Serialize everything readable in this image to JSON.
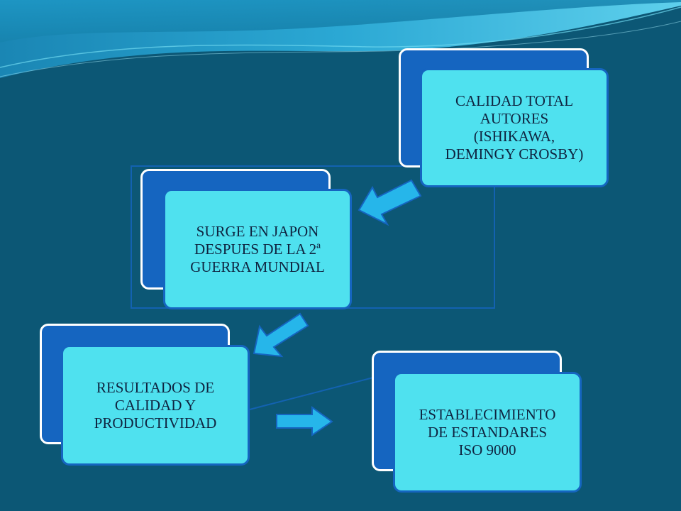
{
  "colors": {
    "background": "#0c5775",
    "box_back": "#1565c0",
    "box_front": "#4fe1ef",
    "text": "#0f2440",
    "arrow": "#26b6ea"
  },
  "boxes": [
    {
      "id": "calidad-total",
      "lines": [
        "CALIDAD  TOTAL",
        "AUTORES",
        "(ISHIKAWA,",
        "DEMINGY CROSBY)"
      ]
    },
    {
      "id": "surge-japon",
      "lines": [
        "SURGE EN JAPON",
        "DESPUES DE LA 2ª",
        "GUERRA MUNDIAL"
      ]
    },
    {
      "id": "resultados",
      "lines": [
        "RESULTADOS DE",
        "CALIDAD Y",
        "PRODUCTIVIDAD"
      ]
    },
    {
      "id": "establecimiento",
      "lines": [
        "ESTABLECIMIENTO",
        "DE ESTANDARES",
        "ISO 9000"
      ]
    }
  ],
  "arrows": [
    {
      "from": "calidad-total",
      "to": "surge-japon",
      "icon": "arrow-down-left-icon"
    },
    {
      "from": "surge-japon",
      "to": "resultados",
      "icon": "arrow-down-left-icon"
    },
    {
      "from": "resultados",
      "to": "establecimiento",
      "icon": "arrow-right-icon"
    }
  ]
}
